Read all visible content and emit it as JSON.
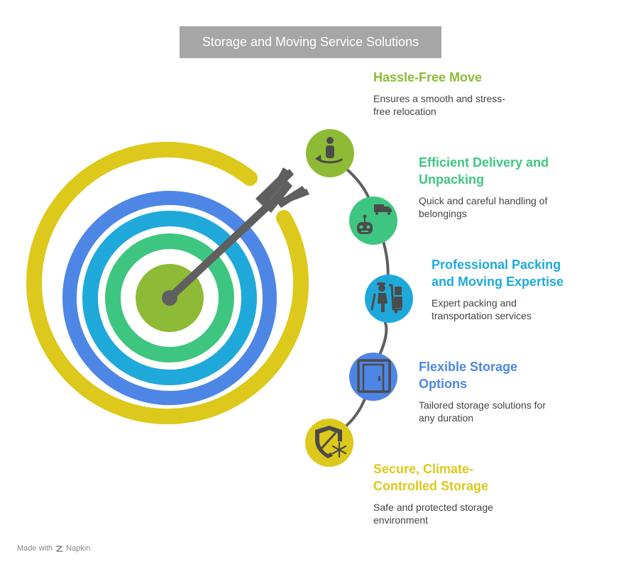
{
  "title": "Storage and Moving Service Solutions",
  "colors": {
    "yellow": "#dcc91b",
    "blue": "#4e86e6",
    "cyan": "#1fa9db",
    "green": "#3ec680",
    "lime": "#8ebb36",
    "arrow": "#5f5f5f"
  },
  "items": [
    {
      "heading": "Hassle-Free Move",
      "description": "Ensures a smooth and stress-free relocation",
      "color": "#8ebb36",
      "icon": "person-rotate-icon"
    },
    {
      "heading": "Efficient Delivery and Unpacking",
      "description": "Quick and careful handling of belongings",
      "color": "#3ec680",
      "icon": "robot-truck-icon"
    },
    {
      "heading": "Professional Packing and Moving Expertise",
      "description": "Expert packing and transportation services",
      "color": "#1fa9db",
      "icon": "mover-cart-icon"
    },
    {
      "heading": "Flexible Storage Options",
      "description": "Tailored storage solutions for any duration",
      "color": "#4e86e6",
      "icon": "storage-door-icon"
    },
    {
      "heading": "Secure, Climate-Controlled Storage",
      "description": "Safe and protected storage environment",
      "color": "#dcc91b",
      "icon": "shield-snowflake-icon"
    }
  ],
  "footer": {
    "made_with": "Made with",
    "brand": "Napkin"
  }
}
